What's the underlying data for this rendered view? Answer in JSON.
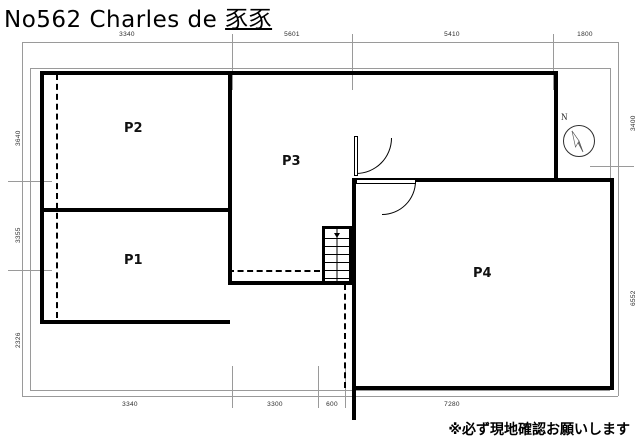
{
  "title": {
    "prefix": "No562 Charles de ",
    "cjk": "豕豕",
    "full": "No562 Charles de 豕豕"
  },
  "footnote": {
    "text": "※必ず現地確認お願いします"
  },
  "compass": {
    "north_label": "N",
    "name": "compass-rose"
  },
  "rooms": [
    {
      "id": "P2",
      "label": "P2"
    },
    {
      "id": "P1",
      "label": "P1"
    },
    {
      "id": "P3",
      "label": "P3"
    },
    {
      "id": "P4",
      "label": "P4"
    }
  ],
  "dimensions": {
    "top": [
      {
        "value": "3340"
      },
      {
        "value": "5601"
      },
      {
        "value": "5410"
      },
      {
        "value": "1800"
      }
    ],
    "bottom": [
      {
        "value": "3340"
      },
      {
        "value": "3300"
      },
      {
        "value": "600"
      },
      {
        "value": "7280"
      }
    ],
    "left": [
      {
        "value": "3640"
      },
      {
        "value": "3355"
      },
      {
        "value": "2326"
      }
    ],
    "right": [
      {
        "value": "3400"
      },
      {
        "value": "6552"
      }
    ]
  },
  "colors": {
    "wall": "#000000",
    "guide": "#9a9a9a",
    "paper": "#ffffff",
    "text": "#111111",
    "compass_needle": "#8f8f8f"
  },
  "icons": {
    "stairs": "stairs-icon",
    "door_upper": "door-swing-icon",
    "door_lower": "door-swing-icon",
    "compass": "compass-icon"
  }
}
